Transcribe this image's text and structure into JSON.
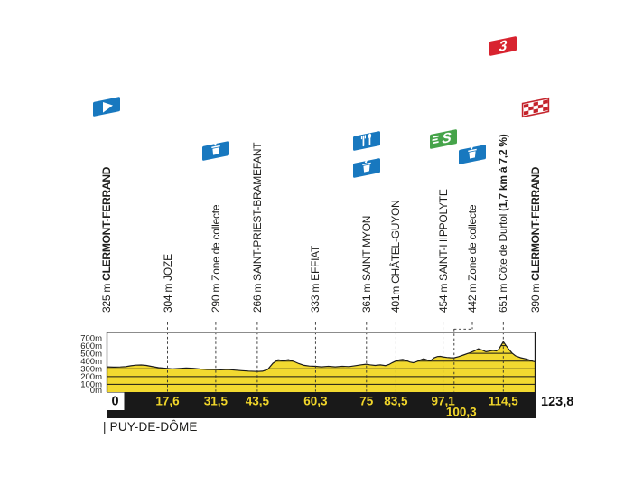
{
  "profile": {
    "department": "| PUY-DE-DÔME",
    "colors": {
      "terrain_yellow": "#f2d930",
      "band_black": "#191919",
      "km_label_yellow": "#f0d52a",
      "icon_blue": "#1878bf",
      "icon_green": "#46a44a",
      "icon_red": "#d8232f",
      "finish_red": "#c4232b",
      "text_dark": "#1d1d1b",
      "grid_line": "#161616",
      "dash_line": "#2e2e2e"
    }
  },
  "chart_data": {
    "type": "area",
    "x_unit": "km",
    "y_unit": "m",
    "xlim": [
      0,
      123.8
    ],
    "ylim": [
      0,
      700
    ],
    "yticks": [
      "700m",
      "600m",
      "500m",
      "400m",
      "300m",
      "200m",
      "100m",
      "0m"
    ],
    "grid": "horizontal-100m-inside-profile",
    "series": [
      {
        "name": "elevation",
        "points": [
          [
            0,
            325
          ],
          [
            2,
            322
          ],
          [
            4,
            324
          ],
          [
            5.5,
            328
          ],
          [
            7,
            340
          ],
          [
            8.5,
            348
          ],
          [
            10,
            350
          ],
          [
            11.5,
            344
          ],
          [
            13,
            331
          ],
          [
            15,
            315
          ],
          [
            17.6,
            304
          ],
          [
            19,
            300
          ],
          [
            21,
            305
          ],
          [
            23,
            310
          ],
          [
            25,
            307
          ],
          [
            27,
            297
          ],
          [
            29,
            292
          ],
          [
            31.5,
            290
          ],
          [
            33,
            287
          ],
          [
            35,
            292
          ],
          [
            37,
            283
          ],
          [
            39,
            276
          ],
          [
            41,
            271
          ],
          [
            43.5,
            266
          ],
          [
            45,
            269
          ],
          [
            46.5,
            292
          ],
          [
            48,
            372
          ],
          [
            49.5,
            418
          ],
          [
            51,
            407
          ],
          [
            52.5,
            419
          ],
          [
            54,
            397
          ],
          [
            55.5,
            367
          ],
          [
            57,
            345
          ],
          [
            58.5,
            336
          ],
          [
            60.3,
            333
          ],
          [
            62,
            326
          ],
          [
            64,
            333
          ],
          [
            66,
            325
          ],
          [
            68,
            332
          ],
          [
            70,
            329
          ],
          [
            72,
            342
          ],
          [
            73.5,
            352
          ],
          [
            75,
            361
          ],
          [
            76,
            352
          ],
          [
            77.5,
            344
          ],
          [
            79,
            351
          ],
          [
            80.5,
            342
          ],
          [
            81.5,
            356
          ],
          [
            82.5,
            380
          ],
          [
            83.5,
            401
          ],
          [
            84.5,
            416
          ],
          [
            85.5,
            421
          ],
          [
            86.5,
            407
          ],
          [
            87.5,
            388
          ],
          [
            88.5,
            379
          ],
          [
            89.5,
            393
          ],
          [
            90.5,
            413
          ],
          [
            91.5,
            431
          ],
          [
            92.5,
            415
          ],
          [
            93.5,
            404
          ],
          [
            94.5,
            441
          ],
          [
            95.5,
            458
          ],
          [
            96.3,
            461
          ],
          [
            97.1,
            454
          ],
          [
            98.2,
            447
          ],
          [
            99.2,
            443
          ],
          [
            100.3,
            442
          ],
          [
            101.5,
            456
          ],
          [
            103,
            478
          ],
          [
            104.5,
            502
          ],
          [
            106,
            528
          ],
          [
            107.3,
            558
          ],
          [
            108.5,
            540
          ],
          [
            109.5,
            520
          ],
          [
            110.5,
            528
          ],
          [
            111.5,
            538
          ],
          [
            112.5,
            531
          ],
          [
            113.2,
            552
          ],
          [
            114.5,
            651
          ],
          [
            115.3,
            598
          ],
          [
            116,
            558
          ],
          [
            117,
            504
          ],
          [
            118,
            468
          ],
          [
            119.5,
            443
          ],
          [
            121,
            428
          ],
          [
            122,
            414
          ],
          [
            123,
            399
          ],
          [
            123.8,
            390
          ]
        ]
      }
    ],
    "waypoints": [
      {
        "km": 0,
        "km_label": "0",
        "km_label_style": "outside-start",
        "elevation_label": "325 m",
        "name": "CLERMONT-FERRAND",
        "name_bold": true,
        "icons": [
          "start-flag"
        ]
      },
      {
        "km": 17.6,
        "km_label": "17,6",
        "km_label_style": "band",
        "elevation_label": "304 m",
        "name": "JOZE",
        "name_bold": false,
        "icons": []
      },
      {
        "km": 31.5,
        "km_label": "31,5",
        "km_label_style": "band",
        "elevation_label": "290 m",
        "name": "Zone de collecte",
        "name_bold": false,
        "icons": [
          "collecte"
        ]
      },
      {
        "km": 43.5,
        "km_label": "43,5",
        "km_label_style": "band",
        "elevation_label": "266 m",
        "name": "SAINT-PRIEST-BRAMEFANT",
        "name_bold": false,
        "icons": []
      },
      {
        "km": 60.3,
        "km_label": "60,3",
        "km_label_style": "band",
        "elevation_label": "333 m",
        "name": "EFFIAT",
        "name_bold": false,
        "icons": []
      },
      {
        "km": 75,
        "km_label": "75",
        "km_label_style": "band",
        "elevation_label": "361 m",
        "name": "SAINT MYON",
        "name_bold": false,
        "icons": [
          "feed",
          "collecte"
        ]
      },
      {
        "km": 83.5,
        "km_label": "83,5",
        "km_label_style": "band",
        "elevation_label": "401m",
        "name": "CHÂTEL-GUYON",
        "name_bold": false,
        "icons": []
      },
      {
        "km": 97.1,
        "km_label": "97,1",
        "km_label_style": "band",
        "elevation_label": "454 m",
        "name": "SAINT-HIPPOLYTE",
        "name_bold": false,
        "icons": [
          "sprint"
        ]
      },
      {
        "km": 100.3,
        "km_label": "100,3",
        "km_label_style": "band",
        "km_label_row": 2,
        "label_dogleg": true,
        "elevation_label": "442 m",
        "name": "Zone de collecte",
        "name_bold": false,
        "icons": [
          "collecte"
        ]
      },
      {
        "km": 114.5,
        "km_label": "114,5",
        "km_label_style": "band",
        "elevation_label": "651 m",
        "name": "Côte de Durtol",
        "suffix": "(1,7 km à 7,2 %)",
        "name_bold": false,
        "icons": [
          "cat3"
        ]
      },
      {
        "km": 123.8,
        "km_label": "123,8",
        "km_label_style": "outside-end",
        "elevation_label": "390 m",
        "name": "CLERMONT-FERRAND",
        "name_bold": true,
        "icons": [
          "finish-flag"
        ]
      }
    ]
  }
}
